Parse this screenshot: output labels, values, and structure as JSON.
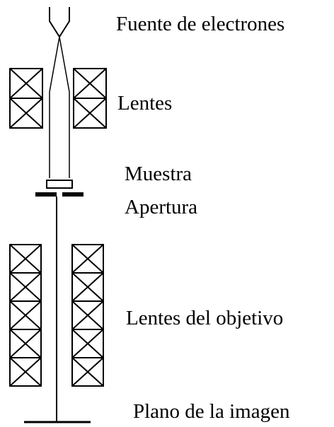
{
  "labels": {
    "electron_source": "Fuente de electrones",
    "lenses": "Lentes",
    "sample": "Muestra",
    "aperture": "Apertura",
    "objective_lenses": "Lentes del objetivo",
    "image_plane": "Plano de la imagen"
  },
  "colors": {
    "line": "#000000",
    "background": "#ffffff"
  }
}
